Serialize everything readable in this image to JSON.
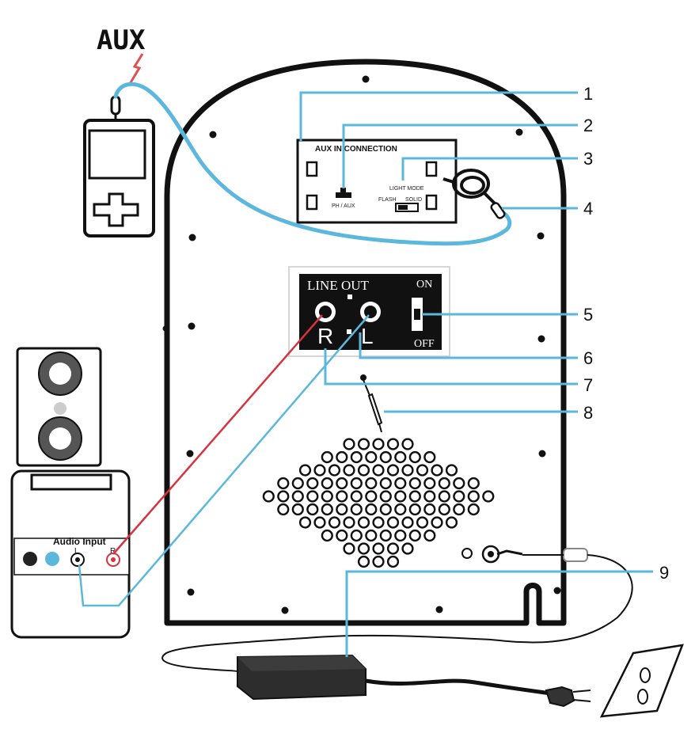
{
  "aux_label": "AUX",
  "callouts": [
    "1",
    "2",
    "3",
    "4",
    "5",
    "6",
    "7",
    "8",
    "9"
  ],
  "aux_panel": {
    "title": "AUX IN CONNECTION",
    "switch_label": "PH / AUX",
    "light_label": "LIGHT MODE",
    "light_sub_left": "FLASH",
    "light_sub_right": "SOLID"
  },
  "line_out_panel": {
    "title": "LINE OUT",
    "right_label": "R",
    "left_label": "L",
    "on_label": "ON",
    "off_label": "OFF"
  },
  "stereo": {
    "input_label": "Audio Input",
    "left_label": "L",
    "right_label": "R"
  },
  "colors": {
    "aux_cable": "#5bb8dc",
    "red_cable": "#d8323c",
    "blue_cable": "#5bb8dc",
    "outline": "#111111"
  }
}
